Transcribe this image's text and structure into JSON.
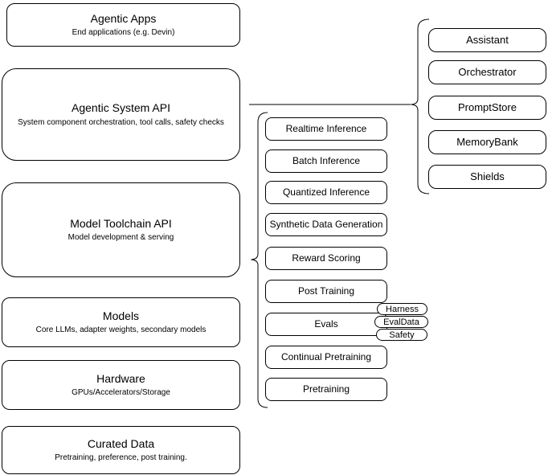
{
  "diagram": {
    "left_stack": [
      {
        "title": "Agentic Apps",
        "subtitle": "End applications (e.g. Devin)"
      },
      {
        "title": "Agentic System API",
        "subtitle": "System component orchestration, tool calls, safety checks"
      },
      {
        "title": "Model Toolchain API",
        "subtitle": "Model development & serving"
      },
      {
        "title": "Models",
        "subtitle": "Core LLMs, adapter weights, secondary models"
      },
      {
        "title": "Hardware",
        "subtitle": "GPUs/Accelerators/Storage"
      },
      {
        "title": "Curated Data",
        "subtitle": "Pretraining, preference, post training."
      }
    ],
    "toolchain_group": [
      "Realtime Inference",
      "Batch Inference",
      "Quantized Inference",
      "Synthetic Data Generation",
      "Reward Scoring",
      "Post Training",
      "Evals",
      "Continual Pretraining",
      "Pretraining"
    ],
    "eval_tags": [
      "Harness",
      "EvalData",
      "Safety"
    ],
    "system_group": [
      "Assistant",
      "Orchestrator",
      "PromptStore",
      "MemoryBank",
      "Shields"
    ],
    "colors": {
      "stroke": "#000000",
      "fill": "#ffffff",
      "background": "#ffffff"
    }
  }
}
